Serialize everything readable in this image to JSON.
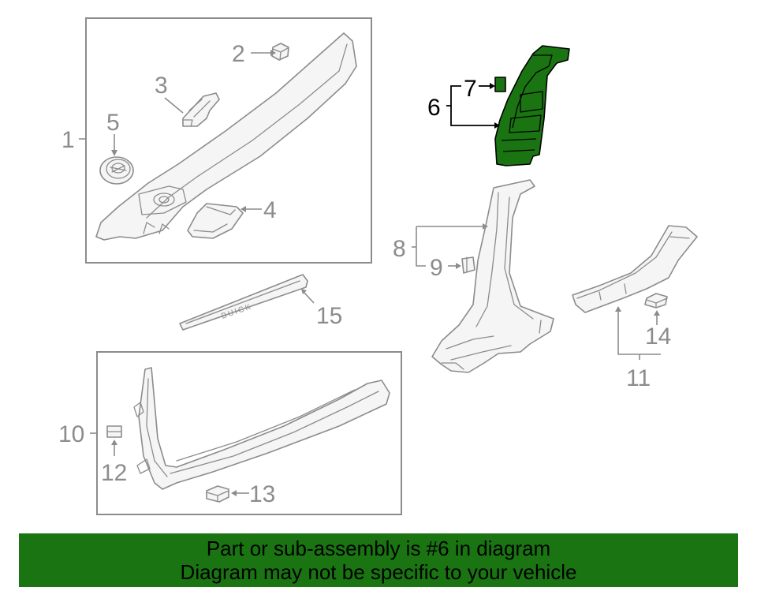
{
  "diagram": {
    "highlight_color": "#1a7412",
    "callouts": {
      "c1": "1",
      "c2": "2",
      "c3": "3",
      "c4": "4",
      "c5": "5",
      "c6": "6",
      "c7": "7",
      "c8": "8",
      "c9": "9",
      "c10": "10",
      "c11": "11",
      "c12": "12",
      "c13": "13",
      "c14": "14",
      "c15": "15"
    },
    "sill_plate_text": "BUICK"
  },
  "banner": {
    "line1": "Part or sub-assembly is #6 in diagram",
    "line2": "Diagram may not be specific to your vehicle"
  }
}
